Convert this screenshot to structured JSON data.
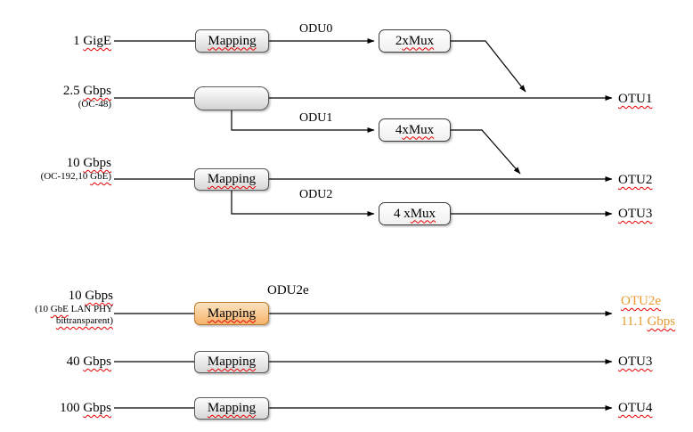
{
  "colors": {
    "accent_orange_text": "#e8992f",
    "orange_box_fill_top": "#fde3c0",
    "orange_box_fill_bottom": "#f6b26b",
    "line_color": "#000000",
    "spellcheck_squiggle": "#e80000"
  },
  "top": {
    "row1": {
      "input_prefix": "1 ",
      "input_word": "GigE",
      "mapping": "Mapping",
      "channel": "ODU0",
      "mux_prefix": "2 ",
      "mux_word": "xMux"
    },
    "row2": {
      "input_prefix": "2.5 ",
      "input_word": "Gbps",
      "input_sub": "(OC-48)",
      "channel": "ODU1",
      "mux_prefix": "4 ",
      "mux_word": "xMux",
      "output": "OTU1"
    },
    "row3": {
      "input_prefix": "10 ",
      "input_word": "Gbps",
      "input_sub_prefix": "(OC-192,10 ",
      "input_sub_word": "GbE)",
      "mapping": "Mapping",
      "channel": "ODU2",
      "mux_prefix": "4 x ",
      "mux_word": "Mux",
      "output": "OTU2",
      "mux_output": "OTU3"
    }
  },
  "bottom": {
    "row4": {
      "input_prefix": "10 ",
      "input_word": "Gbps",
      "sub1_a": "(10 ",
      "sub1_b": "GbE",
      "sub1_c": " LAN PHY",
      "sub2": "bittransparent)",
      "mapping": "Mapping",
      "channel": "ODU2e",
      "output": "OTU2e",
      "output_rate_prefix": "11.1 ",
      "output_rate_word": "Gbps"
    },
    "row5": {
      "input_prefix": "40 ",
      "input_word": "Gbps",
      "mapping": "Mapping",
      "output": "OTU3"
    },
    "row6": {
      "input_prefix": "100 ",
      "input_word": "Gbps",
      "mapping": "Mapping",
      "output": "OTU4"
    }
  }
}
